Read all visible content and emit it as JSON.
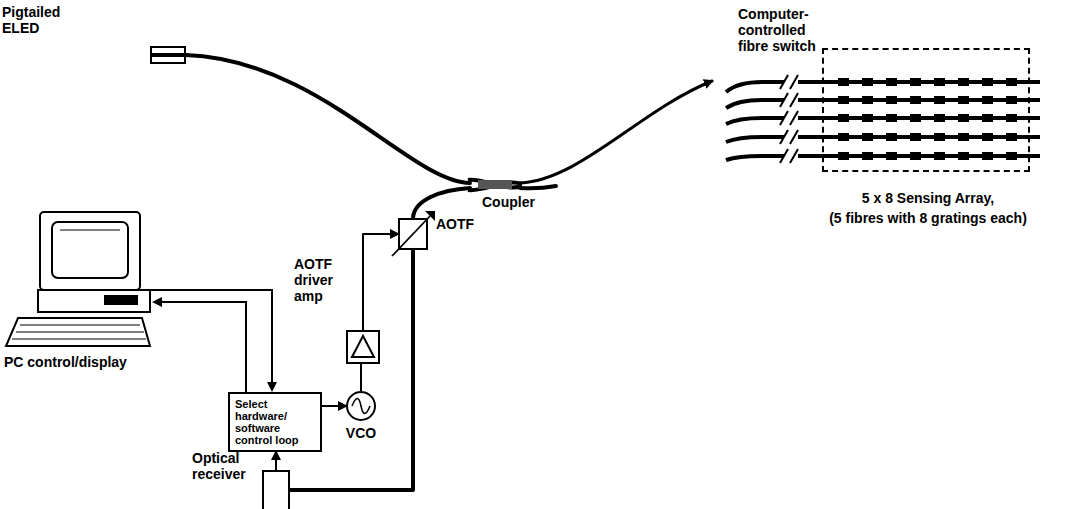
{
  "diagram": {
    "nodes": [
      {
        "text": [
          "Pigtailed ELED"
        ]
      },
      {
        "text": [
          "Select hardware/ software control loop"
        ]
      },
      {
        "text": [
          "VCO"
        ]
      },
      {
        "text": [
          "AOTF driver amp"
        ]
      },
      {
        "text": [
          "AOTF"
        ]
      },
      {
        "text": [
          "Optical receiver"
        ]
      },
      {
        "text": [
          "5 x 8 Sensing Array,",
          "(5 fibres with 8 gratings each)"
        ]
      }
    ],
    "edges": [
      {
        "from": 1,
        "to": 2,
        "arrow": "to"
      },
      {
        "from": 2,
        "to": 3,
        "arrow": "none"
      },
      {
        "from": 3,
        "to": 4,
        "arrow": "to"
      },
      {
        "from": 4,
        "to": 5,
        "arrow": "none"
      },
      {
        "from": 5,
        "to": 1,
        "arrow": "to"
      }
    ],
    "labels": [
      "Computer-controlled fibre switch",
      "Coupler",
      "PC control/display"
    ]
  }
}
